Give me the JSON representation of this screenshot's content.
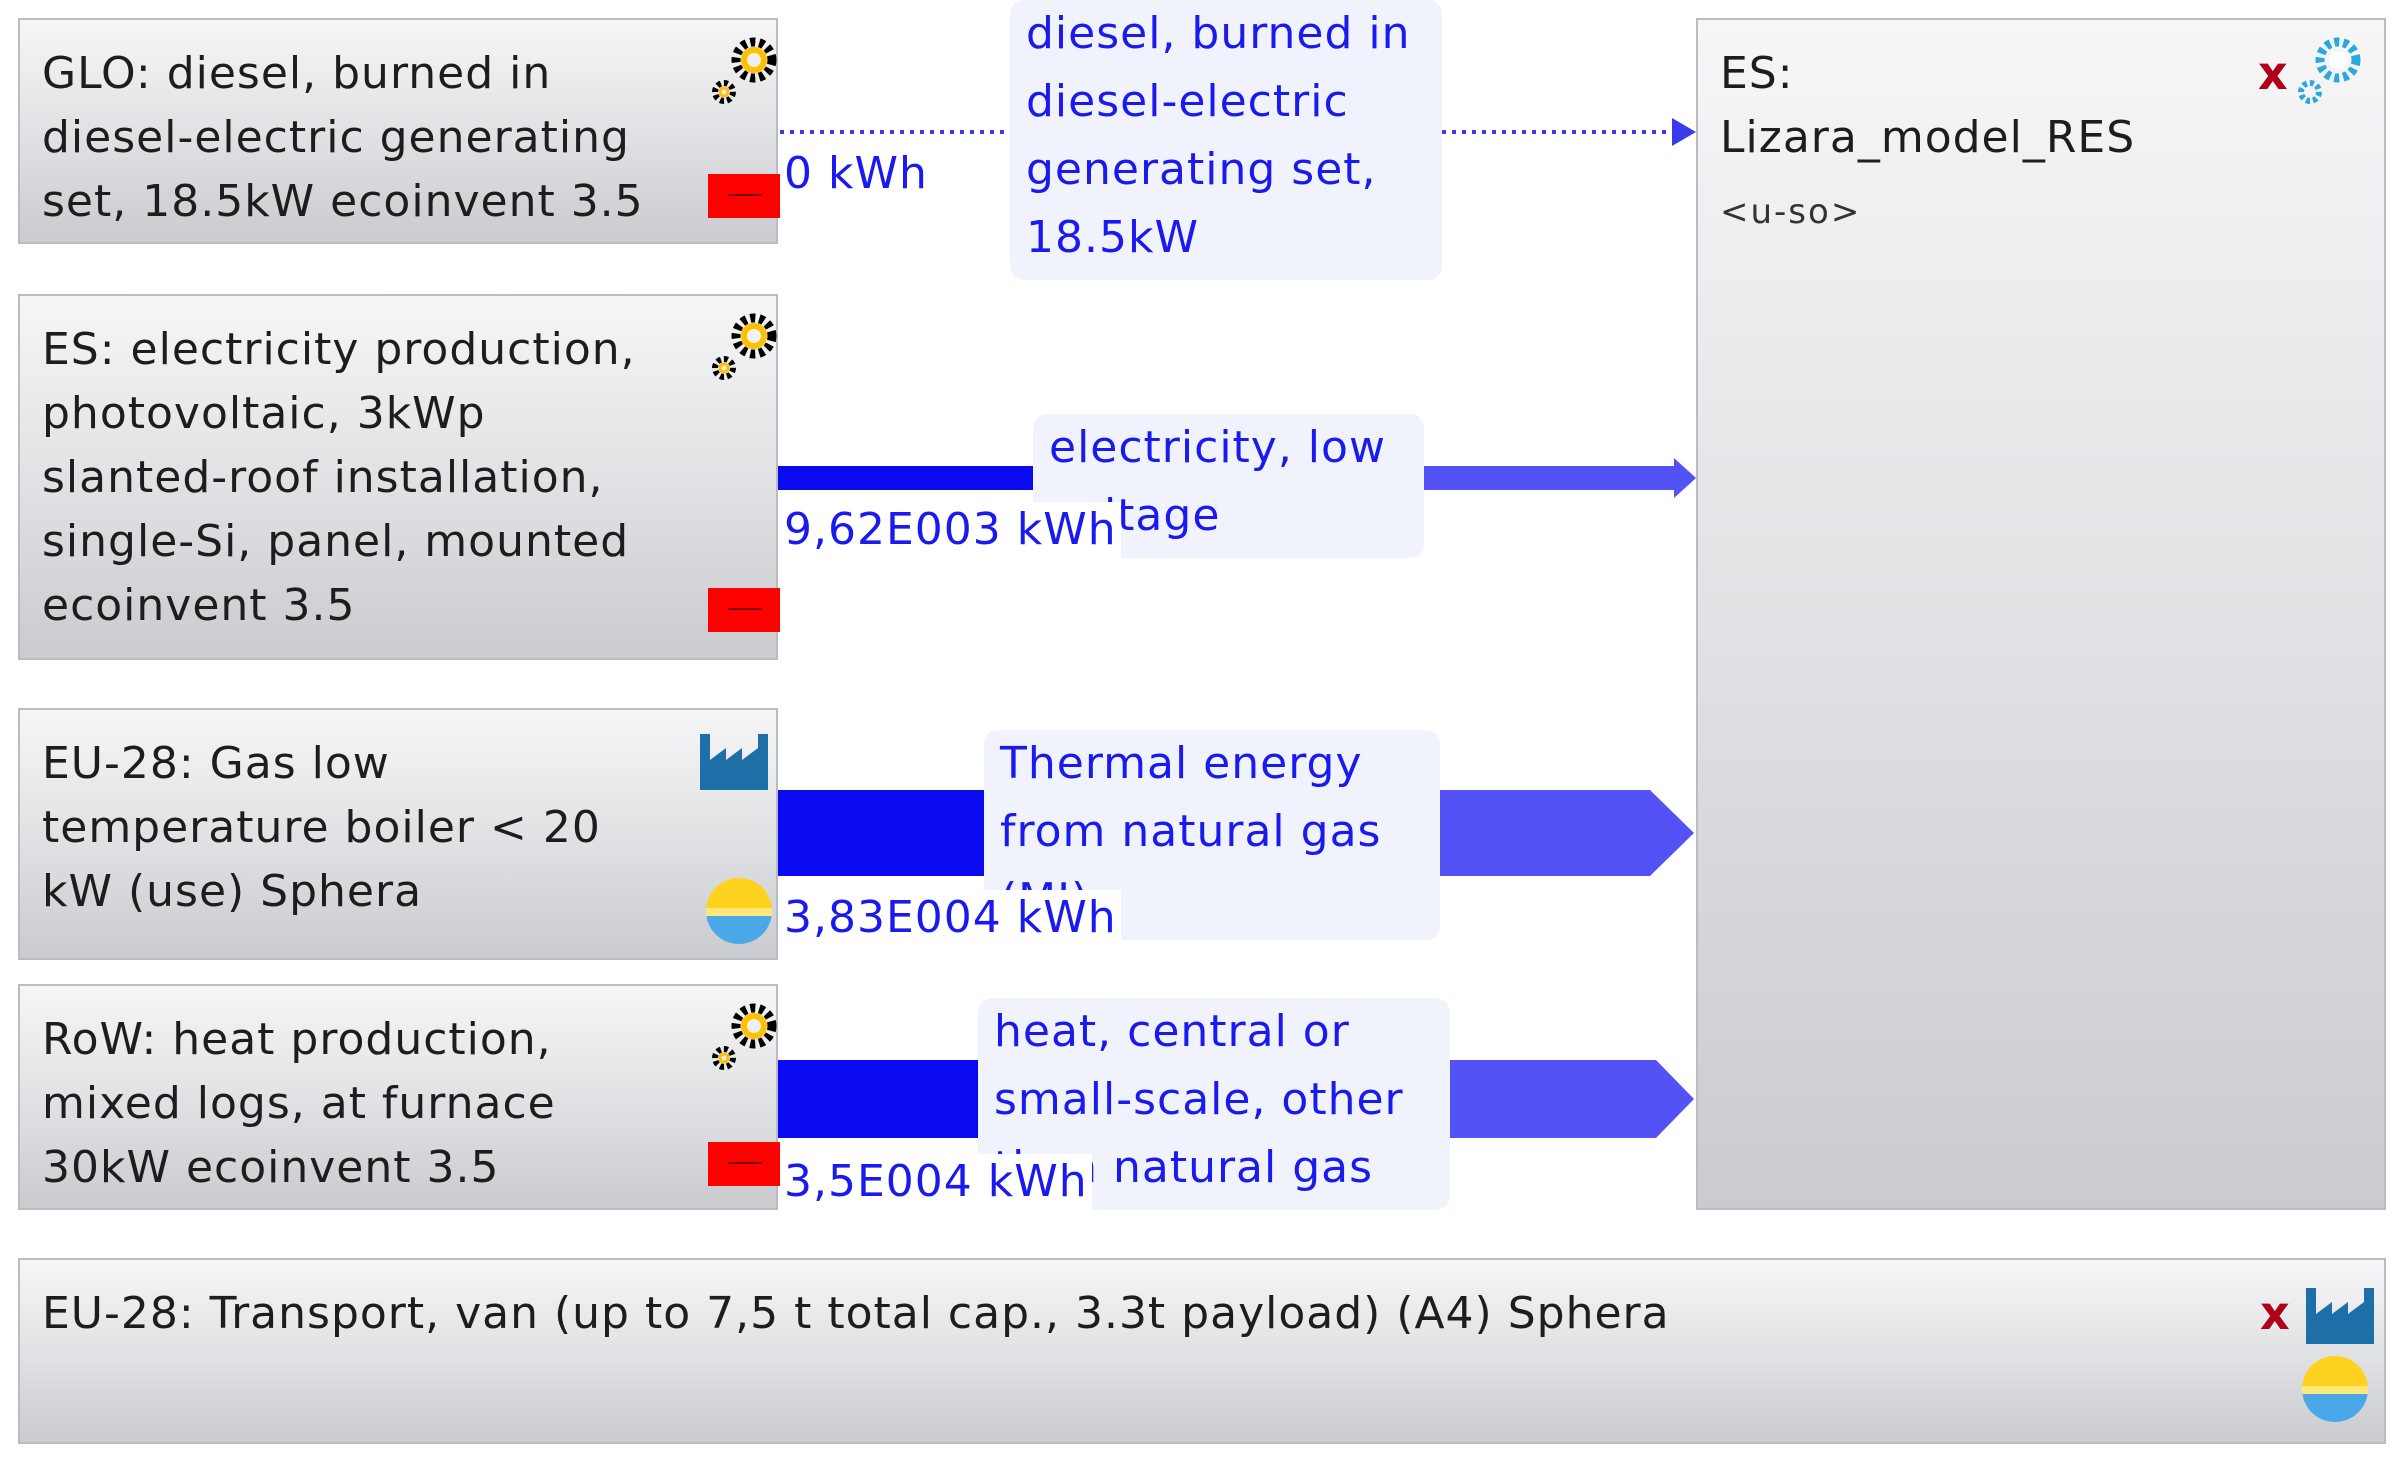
{
  "processes": [
    {
      "label": "GLO: diesel, burned in\ndiesel-electric generating\nset, 18.5kW ecoinvent 3.5",
      "icons": [
        "gears-icon",
        "red-flag-icon"
      ]
    },
    {
      "label": "ES: electricity production,\nphotovoltaic, 3kWp\nslanted-roof installation,\nsingle-Si, panel, mounted\necoinvent 3.5",
      "icons": [
        "gears-icon",
        "red-flag-icon"
      ]
    },
    {
      "label": "EU-28: Gas low\ntemperature boiler < 20\nkW (use) Sphera",
      "icons": [
        "factory-icon",
        "sphera-sun-icon"
      ]
    },
    {
      "label": "RoW: heat production,\nmixed logs, at furnace\n30kW ecoinvent 3.5",
      "icons": [
        "gears-icon",
        "red-flag-icon"
      ]
    }
  ],
  "target": {
    "label": "ES:\nLizara_model_RES",
    "sublabel": "<u-so>",
    "icons": [
      "x-mark-icon",
      "blue-gears-icon"
    ]
  },
  "transport": {
    "label": "EU-28: Transport, van (up to 7,5 t total cap., 3.3t payload) (A4) Sphera",
    "icons": [
      "x-mark-icon",
      "factory-icon",
      "sphera-sun-icon"
    ]
  },
  "flows": [
    {
      "name": "diesel, burned in\ndiesel-electric\ngenerating set,\n18.5kW",
      "amount": "0 kWh",
      "style": "dotted"
    },
    {
      "name": "electricity, low\nvoltage",
      "amount": "9,62E003 kWh",
      "style": "solid"
    },
    {
      "name": "Thermal energy\nfrom natural gas\n(MJ)",
      "amount": "3,83E004 kWh",
      "style": "solid"
    },
    {
      "name": "heat, central or\nsmall-scale, other\nthan natural gas",
      "amount": "3,5E004 kWh",
      "style": "solid"
    }
  ],
  "colors": {
    "flow_dark": "#0a0af0",
    "flow_light": "#5252f5",
    "label_text": "#1a1aee",
    "x_mark": "#b0001a",
    "flag": "#ff0000"
  }
}
